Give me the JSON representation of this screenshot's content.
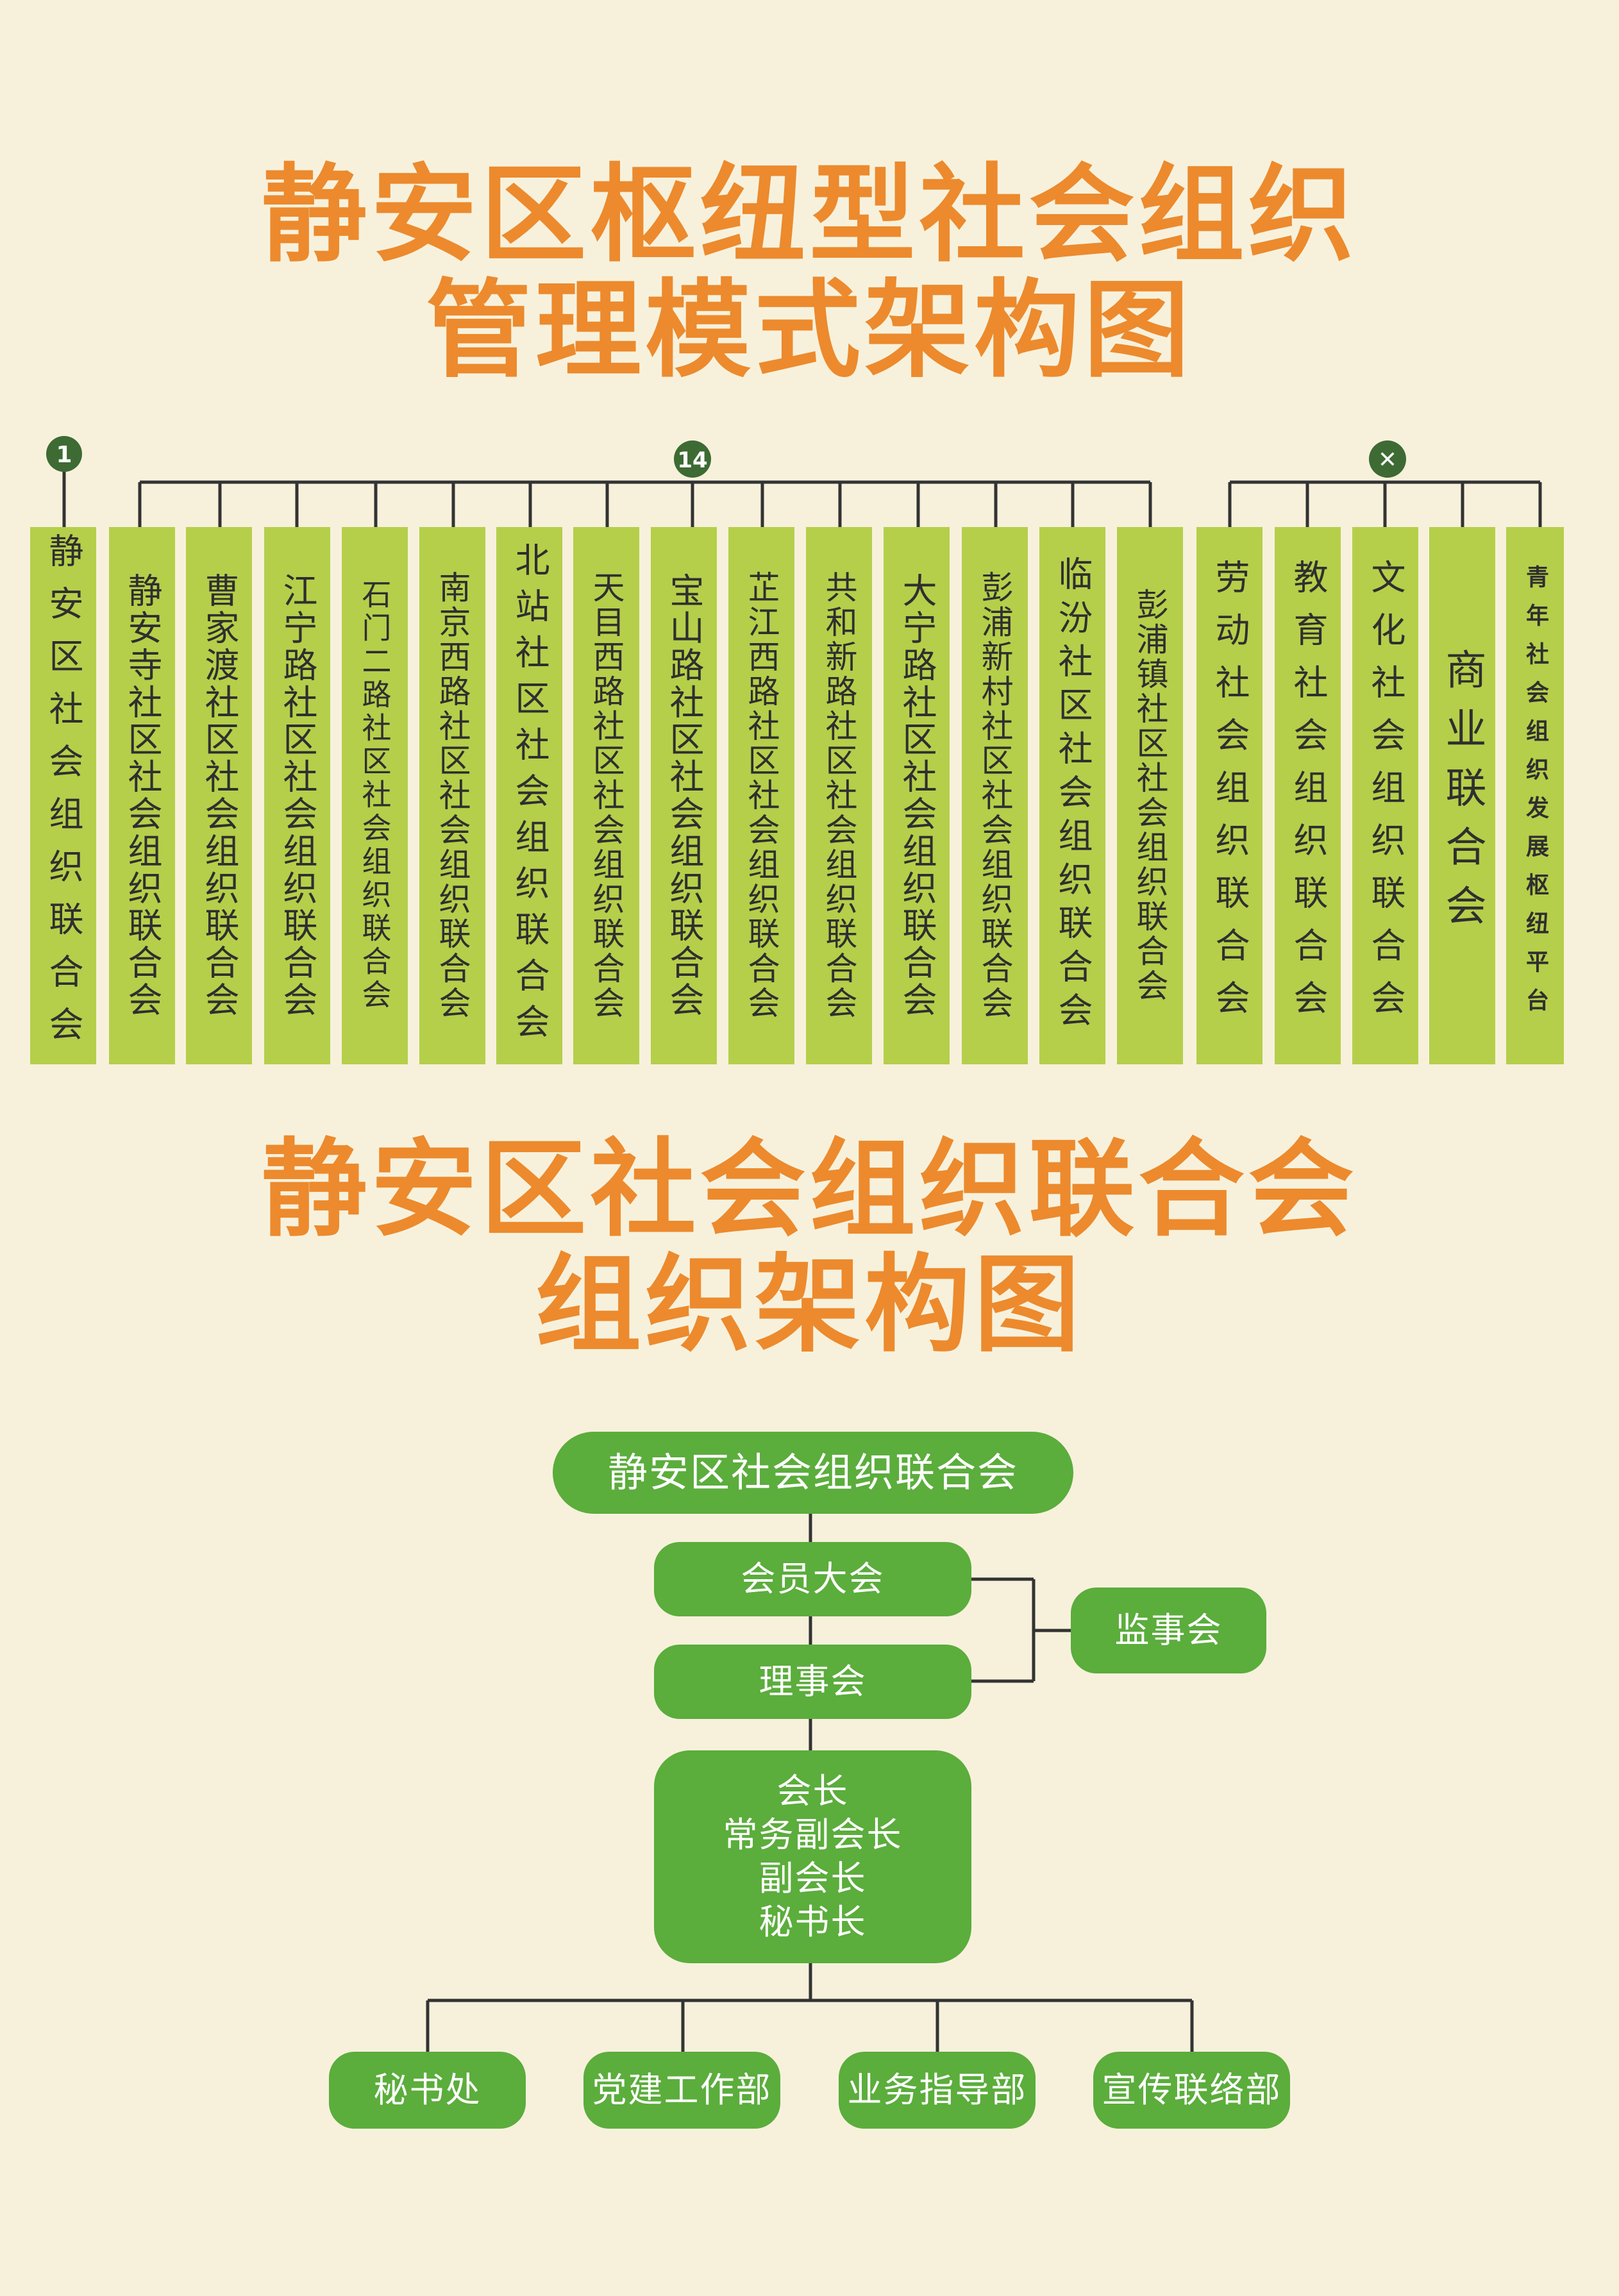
{
  "title1": {
    "line1": "静安区枢纽型社会组织",
    "line2": "管理模式架构图"
  },
  "title2": {
    "line1": "静安区社会组织联合会",
    "line2": "组织架构图"
  },
  "badges": {
    "one": "1",
    "fourteen": "14",
    "cross": "✕"
  },
  "columns": [
    "静安区社会组织联合会",
    "静安寺社区社会组织联合会",
    "曹家渡社区社会组织联合会",
    "江宁路社区社会组织联合会",
    "石门二路社区社会组织联合会",
    "南京西路社区社会组织联合会",
    "北站社区社会组织联合会",
    "天目西路社区社会组织联合会",
    "宝山路社区社会组织联合会",
    "芷江西路社区社会组织联合会",
    "共和新路社区社会组织联合会",
    "大宁路社区社会组织联合会",
    "彭浦新村社区社会组织联合会",
    "临汾社区社会组织联合会",
    "彭浦镇社区社会组织联合会",
    "劳动社会组织联合会",
    "教育社会组织联合会",
    "文化社会组织联合会",
    "商业联合会",
    "青年社会组织发展枢纽平台"
  ],
  "org": {
    "root": "静安区社会组织联合会",
    "assembly": "会员大会",
    "council": "理事会",
    "supervisory": "监事会",
    "leadership": [
      "会长",
      "常务副会长",
      "副会长",
      "秘书长"
    ],
    "departments": [
      "秘书处",
      "党建工作部",
      "业务指导部",
      "宣传联络部"
    ]
  },
  "colors": {
    "background": "#f7f1dc",
    "title": "#ec8a2d",
    "column": "#b5cf4a",
    "box": "#5bad3c",
    "badge": "#3d6b33",
    "line": "#333333"
  }
}
